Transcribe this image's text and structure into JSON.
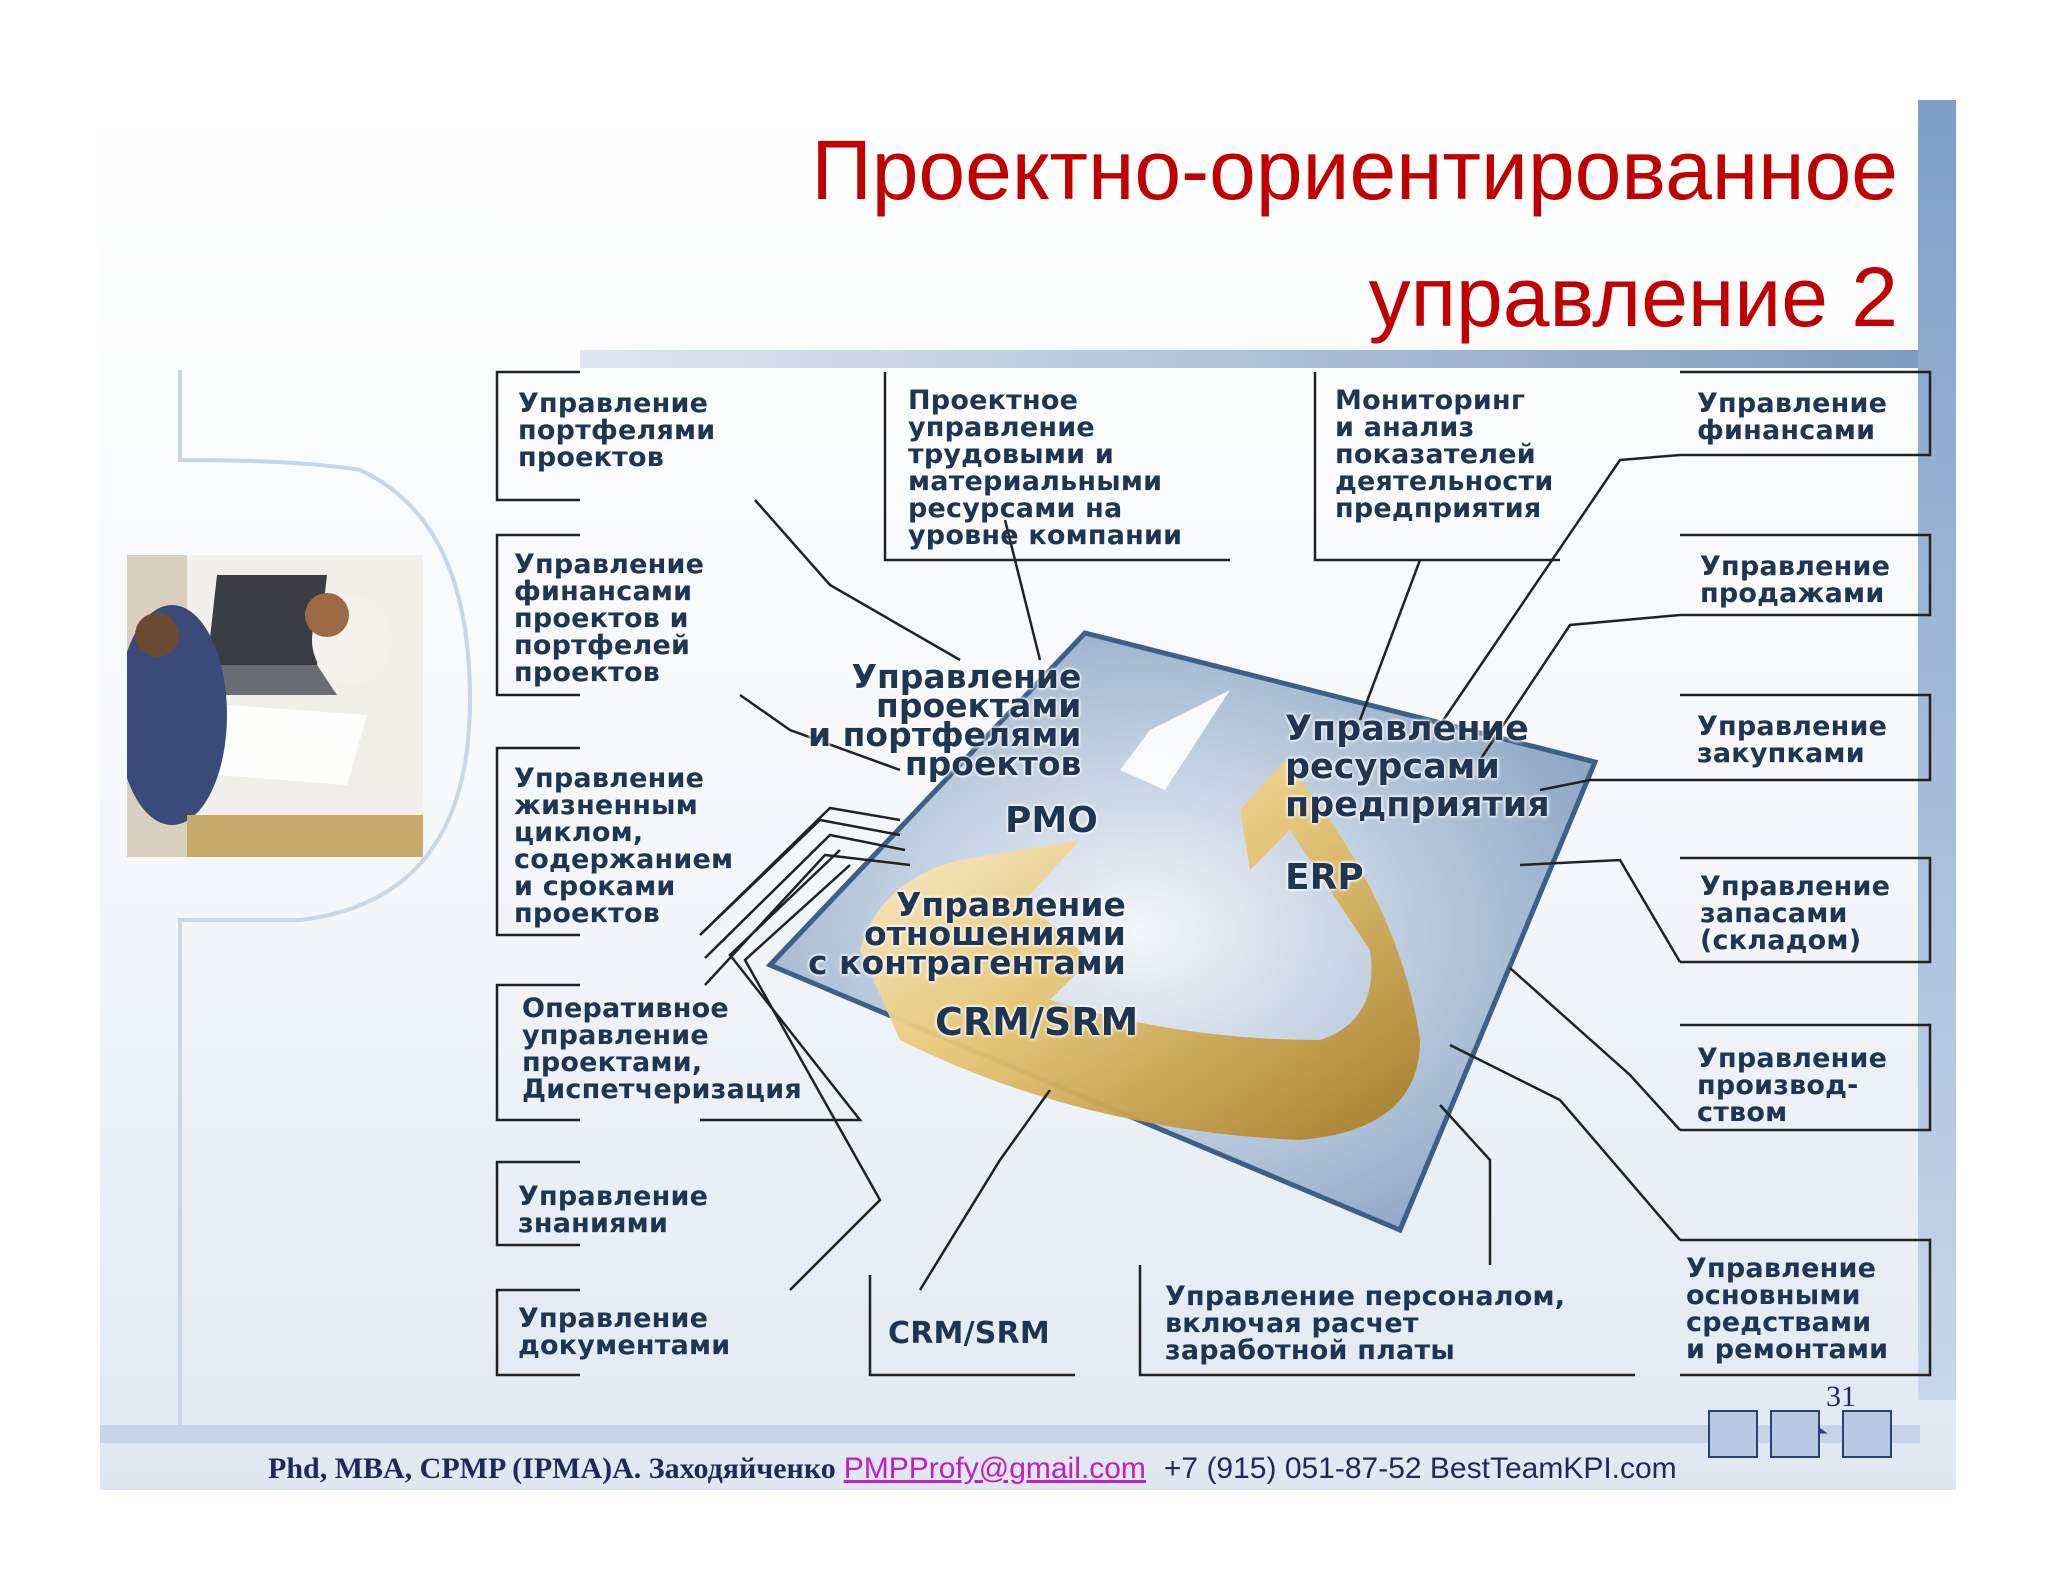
{
  "title": {
    "line1": "Проектно-ориентированное",
    "line2": "управление 2"
  },
  "left_boxes": [
    {
      "id": "portfolio",
      "text": "Управление\nпортфелями\nпроектов"
    },
    {
      "id": "finance-projects",
      "text": "Управление\nфинансами\nпроектов и\nпортфелей\nпроектов"
    },
    {
      "id": "lifecycle",
      "text": "Управление\nжизненным\nциклом,\nсодержанием\nи сроками\nпроектов"
    },
    {
      "id": "operational",
      "text": "Оперативное\nуправление\nпроектами,\nДиспетчеризация"
    },
    {
      "id": "knowledge",
      "text": "Управление\nзнаниями"
    },
    {
      "id": "documents",
      "text": "Управление\nдокументами"
    }
  ],
  "top_boxes": [
    {
      "id": "labor-resources",
      "text": "Проектное\nуправление\nтрудовыми и\nматериальными\nресурсами на\nуровне компании"
    },
    {
      "id": "monitoring",
      "text": "Мониторинг\nи анализ\nпоказателей\nдеятельности\nпредприятия"
    }
  ],
  "right_boxes": [
    {
      "id": "finance",
      "text": "Управление\nфинансами"
    },
    {
      "id": "sales",
      "text": "Управление\nпродажами"
    },
    {
      "id": "purchases",
      "text": "Управление\nзакупками"
    },
    {
      "id": "inventory",
      "text": "Управление\nзапасами\n(складом)"
    },
    {
      "id": "production",
      "text": "Управление\nпроизвод-\nством"
    },
    {
      "id": "fixed-assets",
      "text": "Управление\nосновными\nсредствами\nи ремонтами"
    }
  ],
  "bottom_boxes": [
    {
      "id": "crm-srm",
      "text": "CRM/SRM"
    },
    {
      "id": "personnel",
      "text": "Управление персоналом,\nвключая расчет\nзаработной платы"
    }
  ],
  "center": {
    "pmo_text": "Управление\nпроектами\nи портфелями\nпроектов",
    "pmo_abbr": "PMO",
    "erp_text": "Управление\nресурсами\nпредприятия",
    "erp_abbr": "ERP",
    "crm_text": "Управление\nотношениями\nс контрагентами",
    "crm_abbr": "CRM/SRM"
  },
  "footer": {
    "author": "Phd, MBA, CPMP (IPMA)А. Заходяйченко",
    "email": "PMPProfy@gmail.com",
    "phone_site": "+7 (915) 051-87-52 BestTeamKPI.com"
  },
  "page_number": "31",
  "nav": {
    "prev_icon": "triangle-left-icon",
    "home_icon": "home-icon",
    "next_icon": "triangle-right-icon"
  },
  "colors": {
    "title": "#c00000",
    "box_text": "#1f3552",
    "diamond": "#8fa9c6",
    "arrow_gold": "#c9a24c",
    "email": "#c21fc2"
  }
}
